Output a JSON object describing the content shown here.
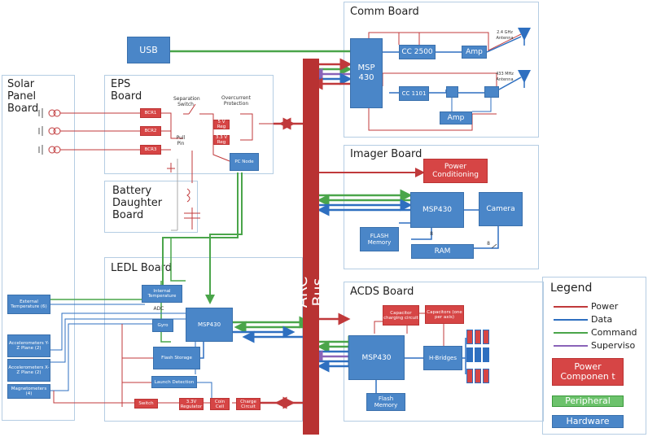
{
  "bus": {
    "label": "ARC Bus",
    "label_line1": "ARC",
    "label_line2": "Bus"
  },
  "usb": {
    "label": "USB"
  },
  "solar_panel": {
    "title_line1": "Solar",
    "title_line2": "Panel",
    "title_line3": "Board"
  },
  "eps": {
    "title_line1": "EPS",
    "title_line2": "Board",
    "bcr1": "BCR1",
    "bcr2": "BCR2",
    "bcr3": "BCR3",
    "separation_switch": "Separation Switch",
    "pull_pin": "Pull Pin",
    "overcurrent": "Overcurrent Protection",
    "reg5v": "5 V Reg",
    "reg33v": "3.3 V Reg",
    "pc_node": "PC Node"
  },
  "battery": {
    "title_line1": "Battery",
    "title_line2": "Daughter",
    "title_line3": "Board"
  },
  "ledl": {
    "title": "LEDL Board",
    "internal_temp": "Internal Temperature",
    "adc": "ADC",
    "gyro": "Gyro",
    "msp430": "MSP430",
    "flash_storage": "Flash Storage",
    "launch_detection": "Launch Detection",
    "switch": "Switch",
    "reg33": "3.3V Regulator",
    "coin_cell": "Coin Cell",
    "charge_circuit": "Charge Circuit"
  },
  "external": {
    "external_temp": "External Temperature (6)",
    "accel_yz": "Accelerometers Y-Z Plane (2)",
    "accel_xz": "Accelerometers X-Z Plane (2)",
    "magnetometers": "Magnetometers (4)"
  },
  "comm": {
    "title": "Comm Board",
    "msp430_line1": "MSP",
    "msp430_line2": "430",
    "cc2500": "CC 2500",
    "cc1101": "CC 1101",
    "amp1": "Amp",
    "amp2": "Amp",
    "antenna1": "2.4 GHz Antenna",
    "antenna2": "433 MHz Antenna"
  },
  "imager": {
    "title": "Imager Board",
    "power_conditioning": "Power Conditioning",
    "msp430": "MSP430",
    "camera": "Camera",
    "flash_memory": "FLASH Memory",
    "ram": "RAM",
    "bits1": "8",
    "bits2": "8"
  },
  "acds": {
    "title": "ACDS Board",
    "cap_charging": "Capacitor charging circuit",
    "capacitors": "Capacitors (one per axis)",
    "msp430": "MSP430",
    "hbridges": "H-Bridges",
    "flash_memory": "Flash Memory"
  },
  "legend": {
    "title": "Legend",
    "power": "Power",
    "data": "Data",
    "command": "Command",
    "supervisor": "Superviso",
    "power_component": "Power Componen t",
    "peripheral": "Peripheral",
    "hardware": "Hardware"
  },
  "colors": {
    "power": "#c0393b",
    "data": "#2e6fc0",
    "command": "#4aa54a",
    "supervisor": "#8a63b8",
    "bus": "#b83232",
    "hardware": "#4a86c8",
    "panel_border": "#b5cde3"
  }
}
